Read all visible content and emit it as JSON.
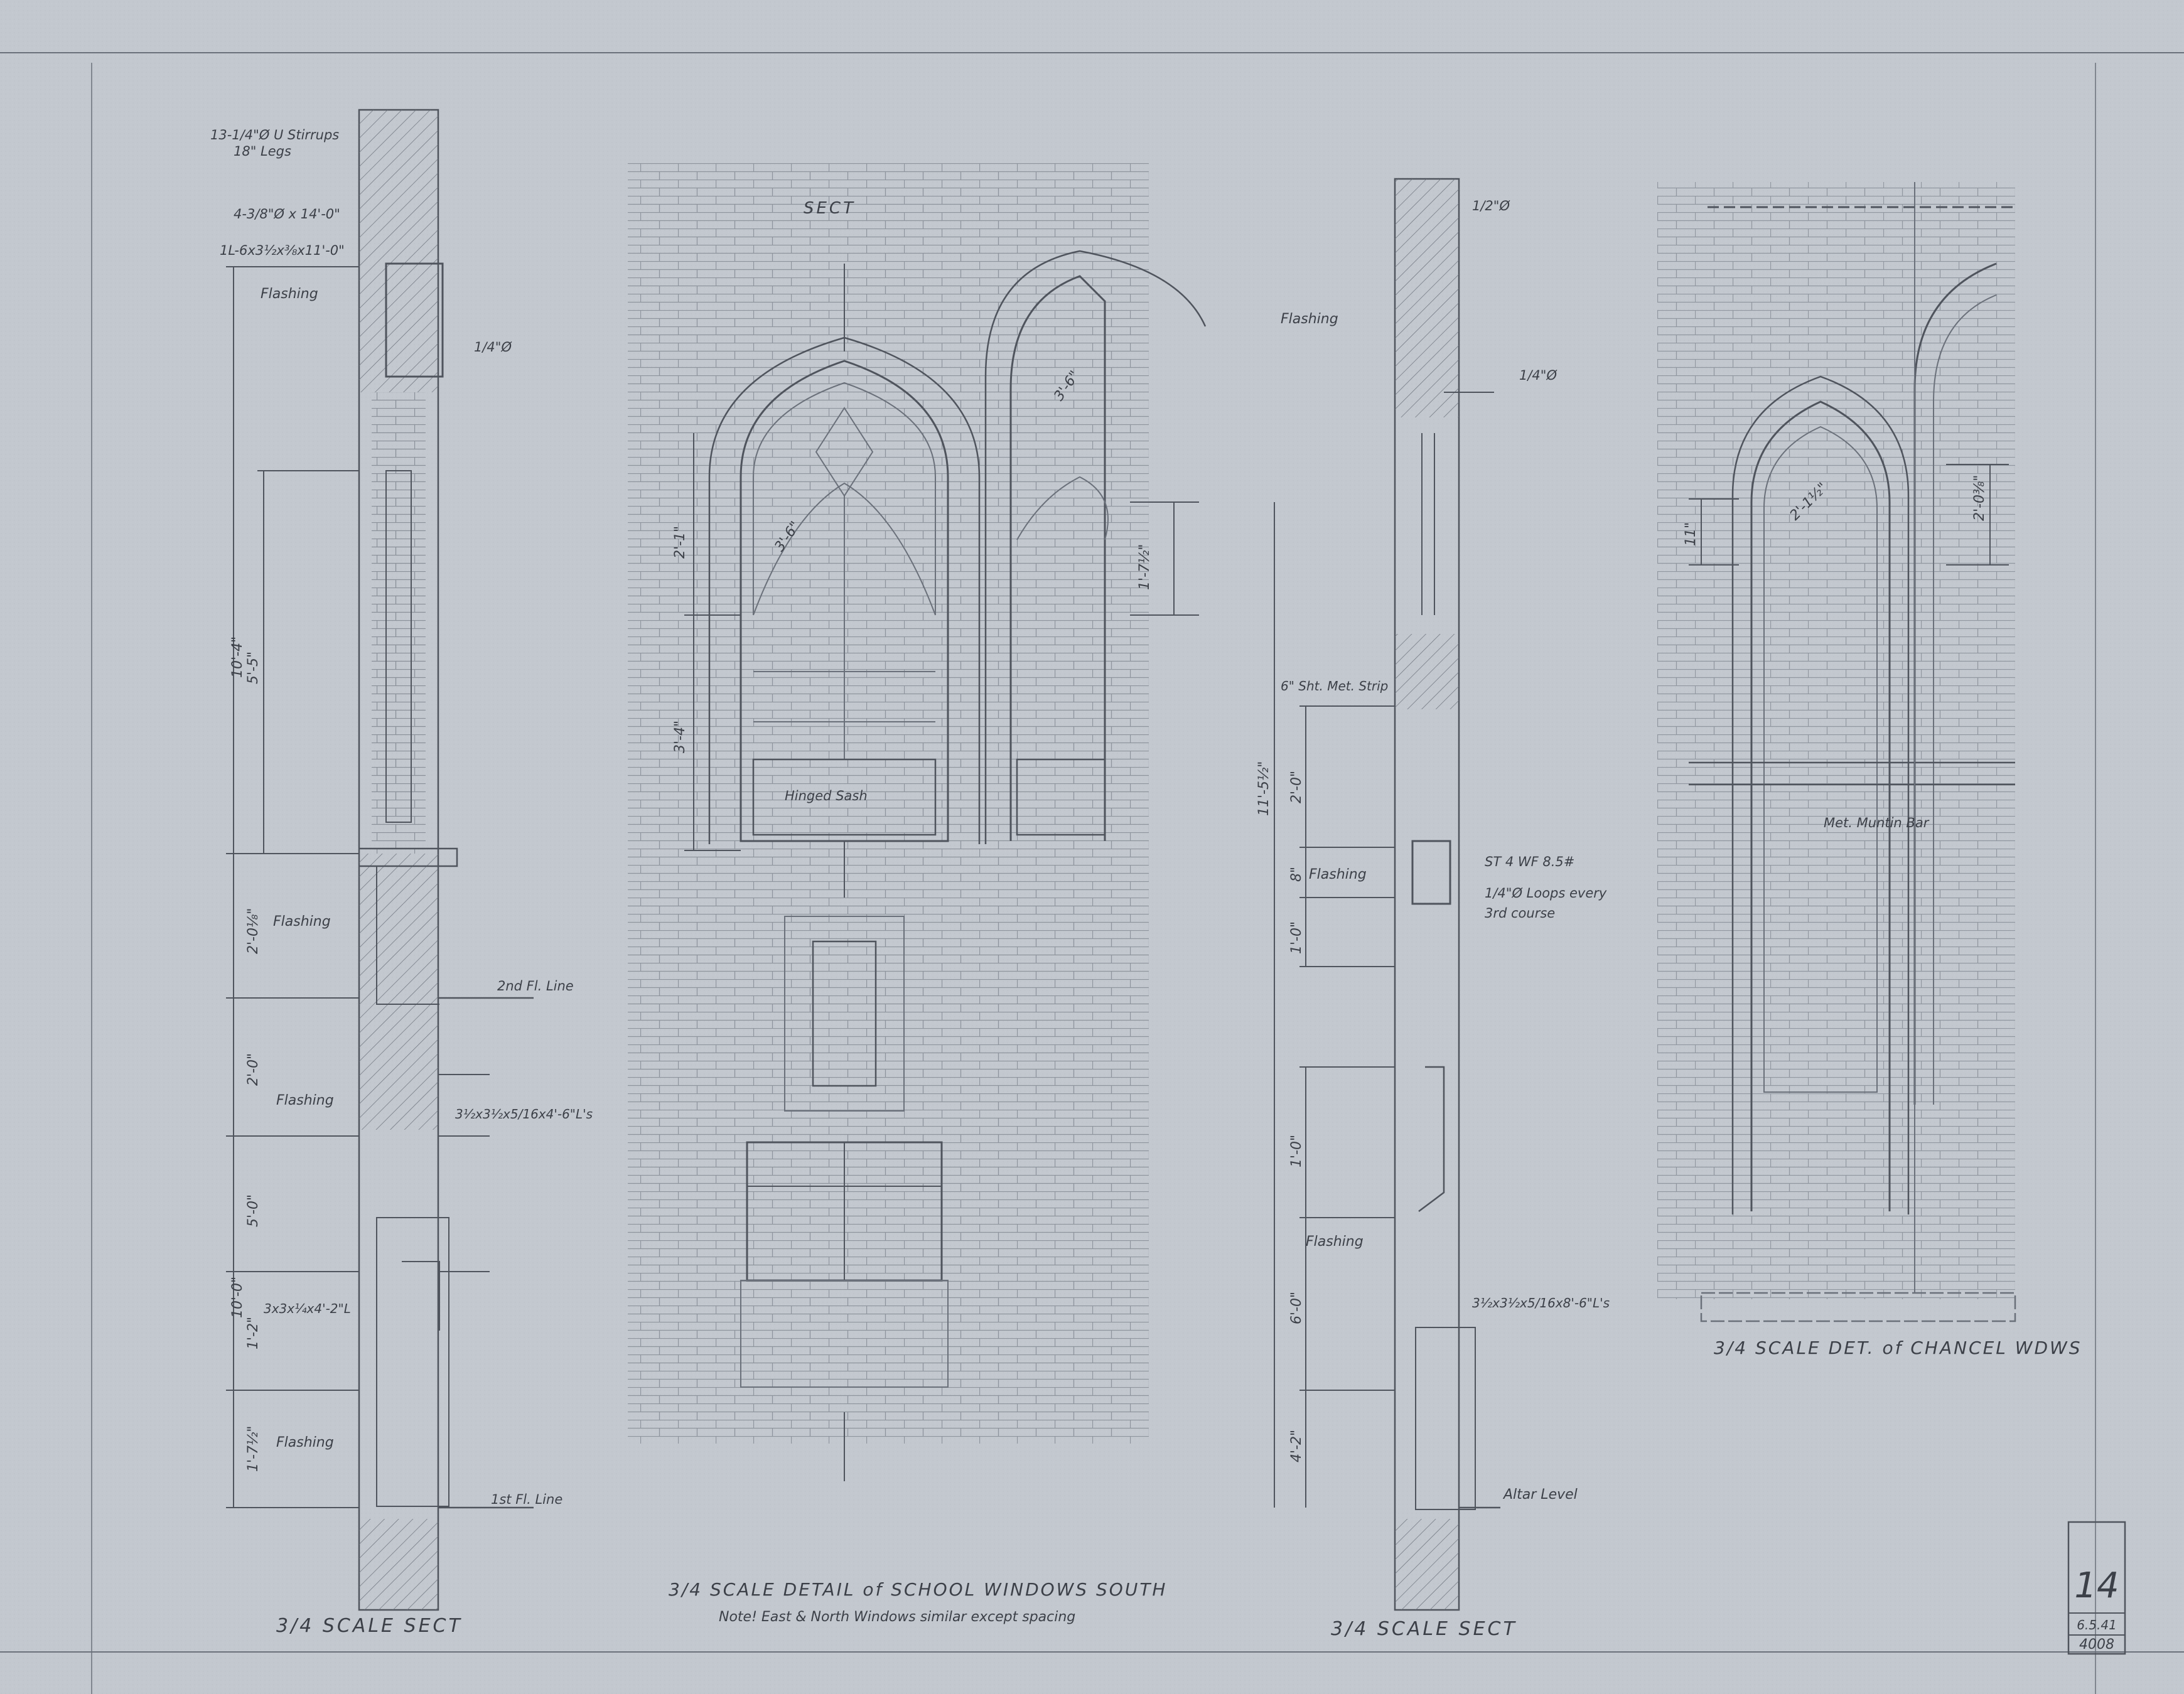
{
  "sheet": {
    "number": "14",
    "date": "6.5.41",
    "job_number": "4008",
    "colors": {
      "paper": "#c3c8cf",
      "ink": "#4f545d",
      "text": "#3c4048"
    }
  },
  "left_section": {
    "title": "3/4 SCALE SECT",
    "notes": {
      "stirrups": "13-1/4\"Ø U Stirrups",
      "legs": "18\" Legs",
      "bars": "4-3/8\"Ø x 14'-0\"",
      "angle_top": "1L-6x3½x⅜x11'-0\"",
      "flashing": "Flashing",
      "dowel": "1/4\"Ø",
      "second_floor": "2nd Fl. Line",
      "lintel_angle": "3½x3½x5/16x4'-6\"L's",
      "lintel_angle_lower": "3x3x¼x4'-2\"L",
      "first_floor": "1st Fl. Line"
    },
    "dims": [
      "10'-4\"",
      "5'-5\"",
      "2'-0⅛\"",
      "2'-0\"",
      "10'-0\"",
      "5'-0\"",
      "1'-2\"",
      "1'-7½\""
    ]
  },
  "school_windows": {
    "title": "3/4 SCALE DETAIL of SCHOOL WINDOWS SOUTH",
    "note": "Note! East & North Windows similar except spacing",
    "sect_label": "SECT",
    "hinged_sash": "Hinged Sash",
    "dims": [
      "3'-6\"",
      "2'-1\"",
      "3'-4\"",
      "3'-6\"",
      "1'-7½\""
    ]
  },
  "right_section": {
    "title": "3/4 SCALE SECT",
    "notes": {
      "dowel_top": "1/2\"Ø",
      "flashing": "Flashing",
      "dowel": "1/4\"Ø",
      "metal_strip": "6\" Sht. Met. Strip",
      "tee": "ST 4 WF 8.5#",
      "loops": "1/4\"Ø Loops every",
      "loops_2": "3rd course",
      "lintel_angle": "3½x3½x5/16x8'-6\"L's",
      "altar_level": "Altar Level"
    },
    "dims": [
      "11'-5½\"",
      "2'-0\"",
      "8\"",
      "1'-0\"",
      "1'-0\"",
      "6'-0\"",
      "4'-2\""
    ]
  },
  "chancel_windows": {
    "title": "3/4 SCALE DET. of CHANCEL WDWS",
    "muntin": "Met. Muntin Bar",
    "dims": [
      "11\"",
      "2'-1½\"",
      "2'-0⅜\""
    ]
  }
}
